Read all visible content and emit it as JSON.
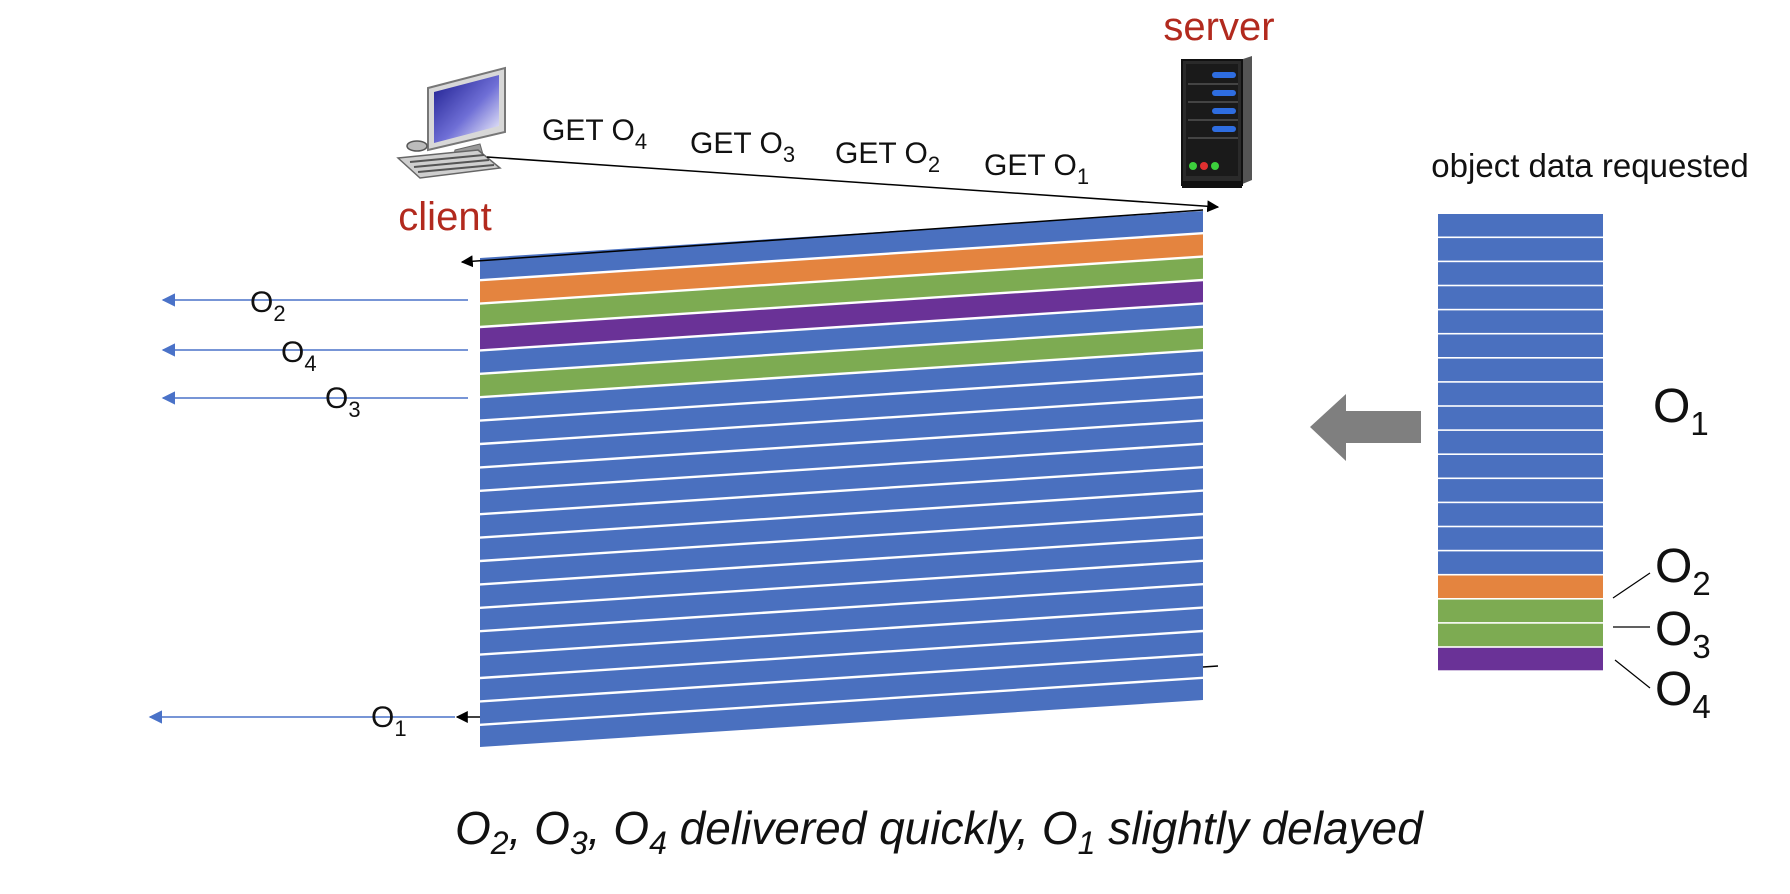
{
  "colors": {
    "o1": "#4a70bf",
    "o2": "#e4843f",
    "o3": "#7dab52",
    "o4": "#6a3297",
    "arrow_blue": "#4a72c8",
    "gray_arrow": "#7f7f7f",
    "label_red": "#b22a1e"
  },
  "labels": {
    "server": "server",
    "client": "client",
    "header": "object data requested",
    "caption": {
      "p1": "O",
      "s1": "2",
      "p2": ", O",
      "s2": "3",
      "p3": ", O",
      "s3": "4",
      "p4": " delivered quickly, O",
      "s4": "1",
      "p5": " slightly delayed"
    }
  },
  "requests": [
    {
      "base": "GET O",
      "sub": "4"
    },
    {
      "base": "GET O",
      "sub": "3"
    },
    {
      "base": "GET O",
      "sub": "2"
    },
    {
      "base": "GET O",
      "sub": "1"
    }
  ],
  "responses": [
    {
      "base": "O",
      "sub": "2"
    },
    {
      "base": "O",
      "sub": "4"
    },
    {
      "base": "O",
      "sub": "3"
    },
    {
      "base": "O",
      "sub": "1"
    }
  ],
  "stack_labels": [
    {
      "base": "O",
      "sub": "1"
    },
    {
      "base": "O",
      "sub": "2"
    },
    {
      "base": "O",
      "sub": "3"
    },
    {
      "base": "O",
      "sub": "4"
    }
  ],
  "band_sequence": [
    "o1",
    "o2",
    "o3",
    "o4",
    "o1",
    "o3",
    "o1",
    "o1",
    "o1",
    "o1",
    "o1",
    "o1",
    "o1",
    "o1",
    "o1",
    "o1",
    "o1",
    "o1",
    "o1",
    "o1",
    "o1"
  ],
  "stack_sequence": [
    "o1",
    "o1",
    "o1",
    "o1",
    "o1",
    "o1",
    "o1",
    "o1",
    "o1",
    "o1",
    "o1",
    "o1",
    "o1",
    "o1",
    "o1",
    "o2",
    "o3",
    "o3",
    "o4"
  ]
}
